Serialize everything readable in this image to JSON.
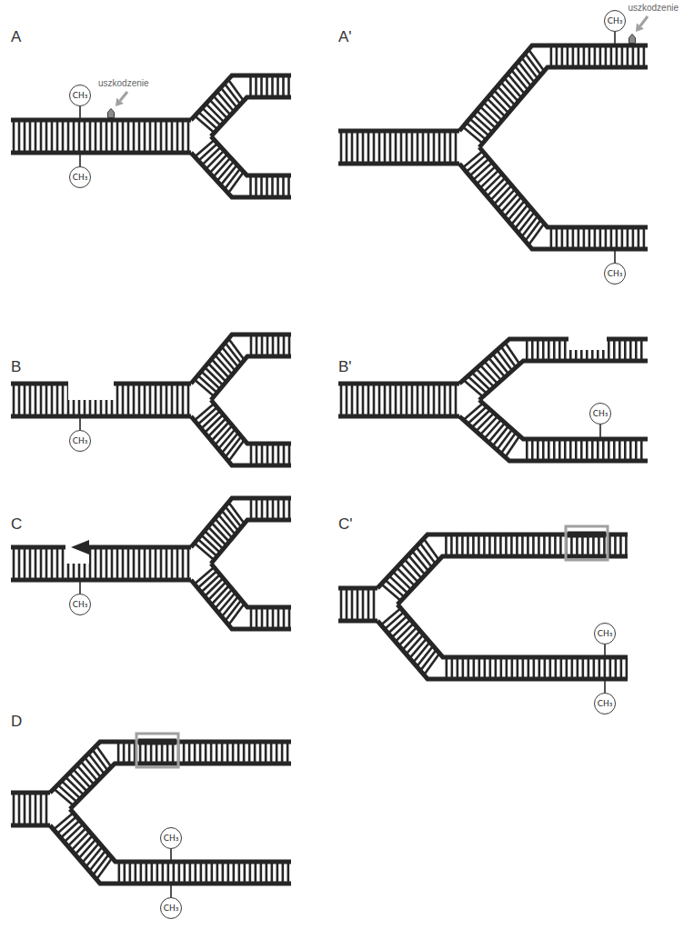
{
  "diagram": {
    "nodes": [
      {
        "text": [
          "CH₃"
        ]
      },
      {
        "text": [
          "CH₃"
        ]
      },
      {
        "text": [
          "CH₃"
        ]
      },
      {
        "text": [
          "CH₃"
        ]
      },
      {
        "text": [
          "CH₃"
        ]
      },
      {
        "text": [
          "CH₃"
        ]
      },
      {
        "text": [
          "CH₃"
        ]
      },
      {
        "text": [
          "CH₃"
        ]
      },
      {
        "text": [
          "CH₃"
        ]
      },
      {
        "text": [
          "CH₃"
        ]
      },
      {
        "text": [
          "CH₃"
        ]
      }
    ],
    "labels": [
      "A",
      "uszkodzenie",
      "A'",
      "uszkodzenie",
      "B",
      "B'",
      "C",
      "C'",
      "D"
    ]
  }
}
